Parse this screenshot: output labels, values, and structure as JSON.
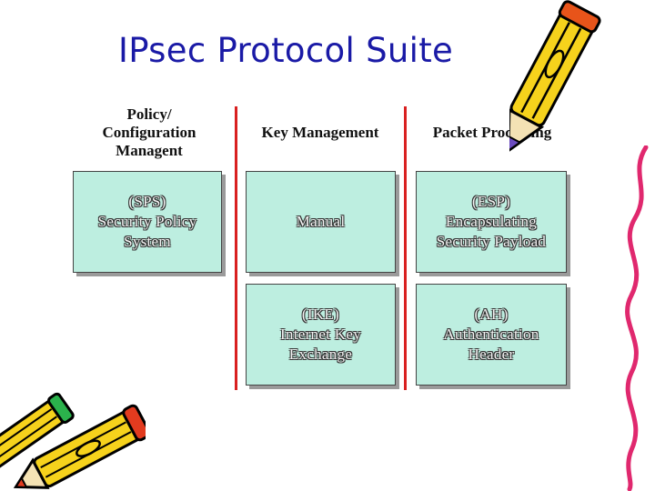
{
  "title": "IPsec Protocol Suite",
  "columns": {
    "policy": [
      "Policy/",
      "Configuration",
      "Managent"
    ],
    "key_management": "Key Management",
    "packet_processing": "Packet Processing"
  },
  "boxes": {
    "sps": [
      "(SPS)",
      "Security Policy",
      "System"
    ],
    "manual": [
      "Manual"
    ],
    "esp": [
      "(ESP)",
      "Encapsulating",
      "Security Payload"
    ],
    "ike": [
      "(IKE)",
      "Internet Key",
      "Exchange"
    ],
    "ah": [
      "(AH)",
      "Authentication",
      "Header"
    ]
  },
  "colors": {
    "title": "#1a1aa6",
    "divider": "#d92020",
    "box_fill": "#bdeee0"
  },
  "decorations": [
    "pencil-icon",
    "pencil-icon",
    "squiggle-line"
  ]
}
